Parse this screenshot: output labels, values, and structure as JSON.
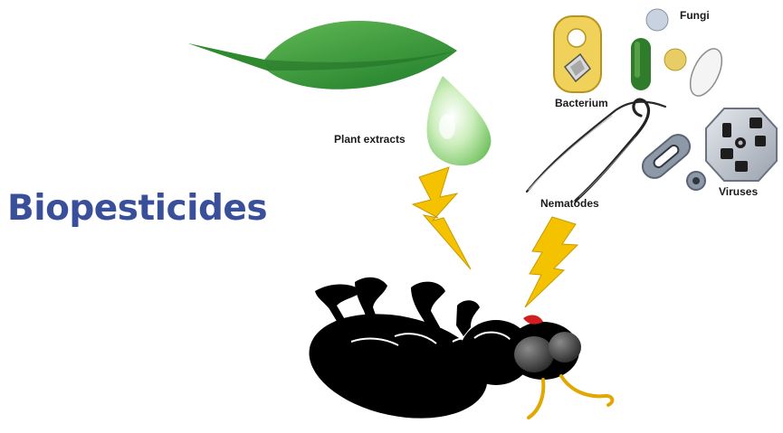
{
  "title": "Biopesticides",
  "labels": {
    "plant_extracts": "Plant extracts",
    "fungi": "Fungi",
    "bacterium": "Bacterium",
    "nematodes": "Nematodes",
    "viruses": "Viruses"
  },
  "colors": {
    "title": "#3a4f9a",
    "leaf": "#3ea33a",
    "droplet": "#a6dc8e",
    "lightning": "#f5c200",
    "insect": "#000000",
    "insect_mark": "#d21e1e",
    "antenna": "#e0a800"
  }
}
